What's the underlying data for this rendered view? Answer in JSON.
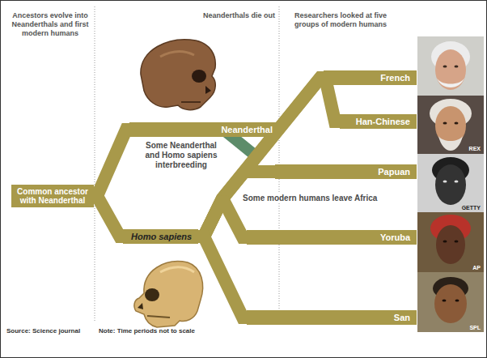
{
  "diagram": {
    "nodes": [
      {
        "text": [
          "Common ancestor with Neanderthal"
        ]
      },
      {
        "text": [
          "Neanderthal"
        ]
      },
      {
        "text": [
          "Homo sapiens"
        ]
      },
      {
        "text": [
          "French"
        ]
      },
      {
        "text": [
          "Han-Chinese"
        ]
      },
      {
        "text": [
          "Papuan"
        ]
      },
      {
        "text": [
          "Yoruba"
        ]
      },
      {
        "text": [
          "San"
        ]
      }
    ],
    "edges": [
      {
        "from": 0,
        "to": 1,
        "arrow": "none"
      },
      {
        "from": 0,
        "to": 2,
        "arrow": "none"
      },
      {
        "from": 2,
        "to": 3,
        "arrow": "none"
      },
      {
        "from": 2,
        "to": 4,
        "arrow": "none"
      },
      {
        "from": 2,
        "to": 5,
        "arrow": "none"
      },
      {
        "from": 2,
        "to": 6,
        "arrow": "none"
      },
      {
        "from": 2,
        "to": 7,
        "arrow": "none"
      }
    ],
    "labels": [
      "Ancestors evolve into Neanderthals and first modern humans",
      "Neanderthals die out",
      "Researchers looked at five groups of modern humans",
      "Some Neanderthal and Homo sapiens interbreeding",
      "Some modern humans leave Africa",
      "REX",
      "GETTY",
      "AP",
      "SPL",
      "Source: Science journal",
      "Note: Time periods not to scale"
    ]
  }
}
